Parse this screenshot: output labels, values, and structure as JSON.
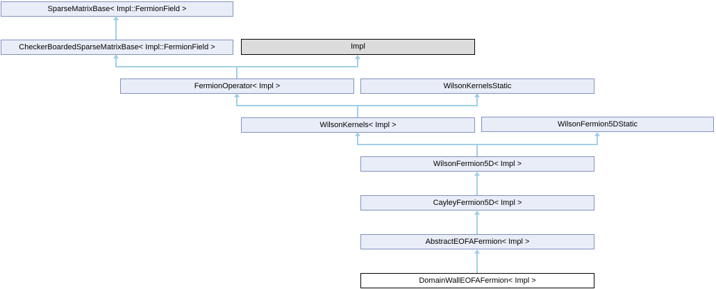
{
  "diagram": {
    "type": "inheritance-graph",
    "nodes": {
      "sparse_matrix_base": {
        "label": "SparseMatrixBase< Impl::FermionField >"
      },
      "checker_boarded_sparse_matrix_base": {
        "label": "CheckerBoardedSparseMatrixBase< Impl::FermionField >"
      },
      "impl": {
        "label": "Impl"
      },
      "fermion_operator": {
        "label": "FermionOperator< Impl >"
      },
      "wilson_kernels_static": {
        "label": "WilsonKernelsStatic"
      },
      "wilson_kernels": {
        "label": "WilsonKernels< Impl >"
      },
      "wilson_fermion_5d_static": {
        "label": "WilsonFermion5DStatic"
      },
      "wilson_fermion_5d": {
        "label": "WilsonFermion5D< Impl >"
      },
      "cayley_fermion_5d": {
        "label": "CayleyFermion5D< Impl >"
      },
      "abstract_eofa_fermion": {
        "label": "AbstractEOFAFermion< Impl >"
      },
      "domain_wall_eofa_fermion": {
        "label": "DomainWallEOFAFermion< Impl >"
      }
    },
    "colors": {
      "node_fill": "#e9edf7",
      "node_border": "#8090c0",
      "grey_node_fill": "#dcdcdc",
      "grey_node_border": "#000000",
      "current_node_fill": "#ffffff",
      "current_node_border": "#000000",
      "edge": "#9ecfe8",
      "text": "#000000"
    }
  }
}
